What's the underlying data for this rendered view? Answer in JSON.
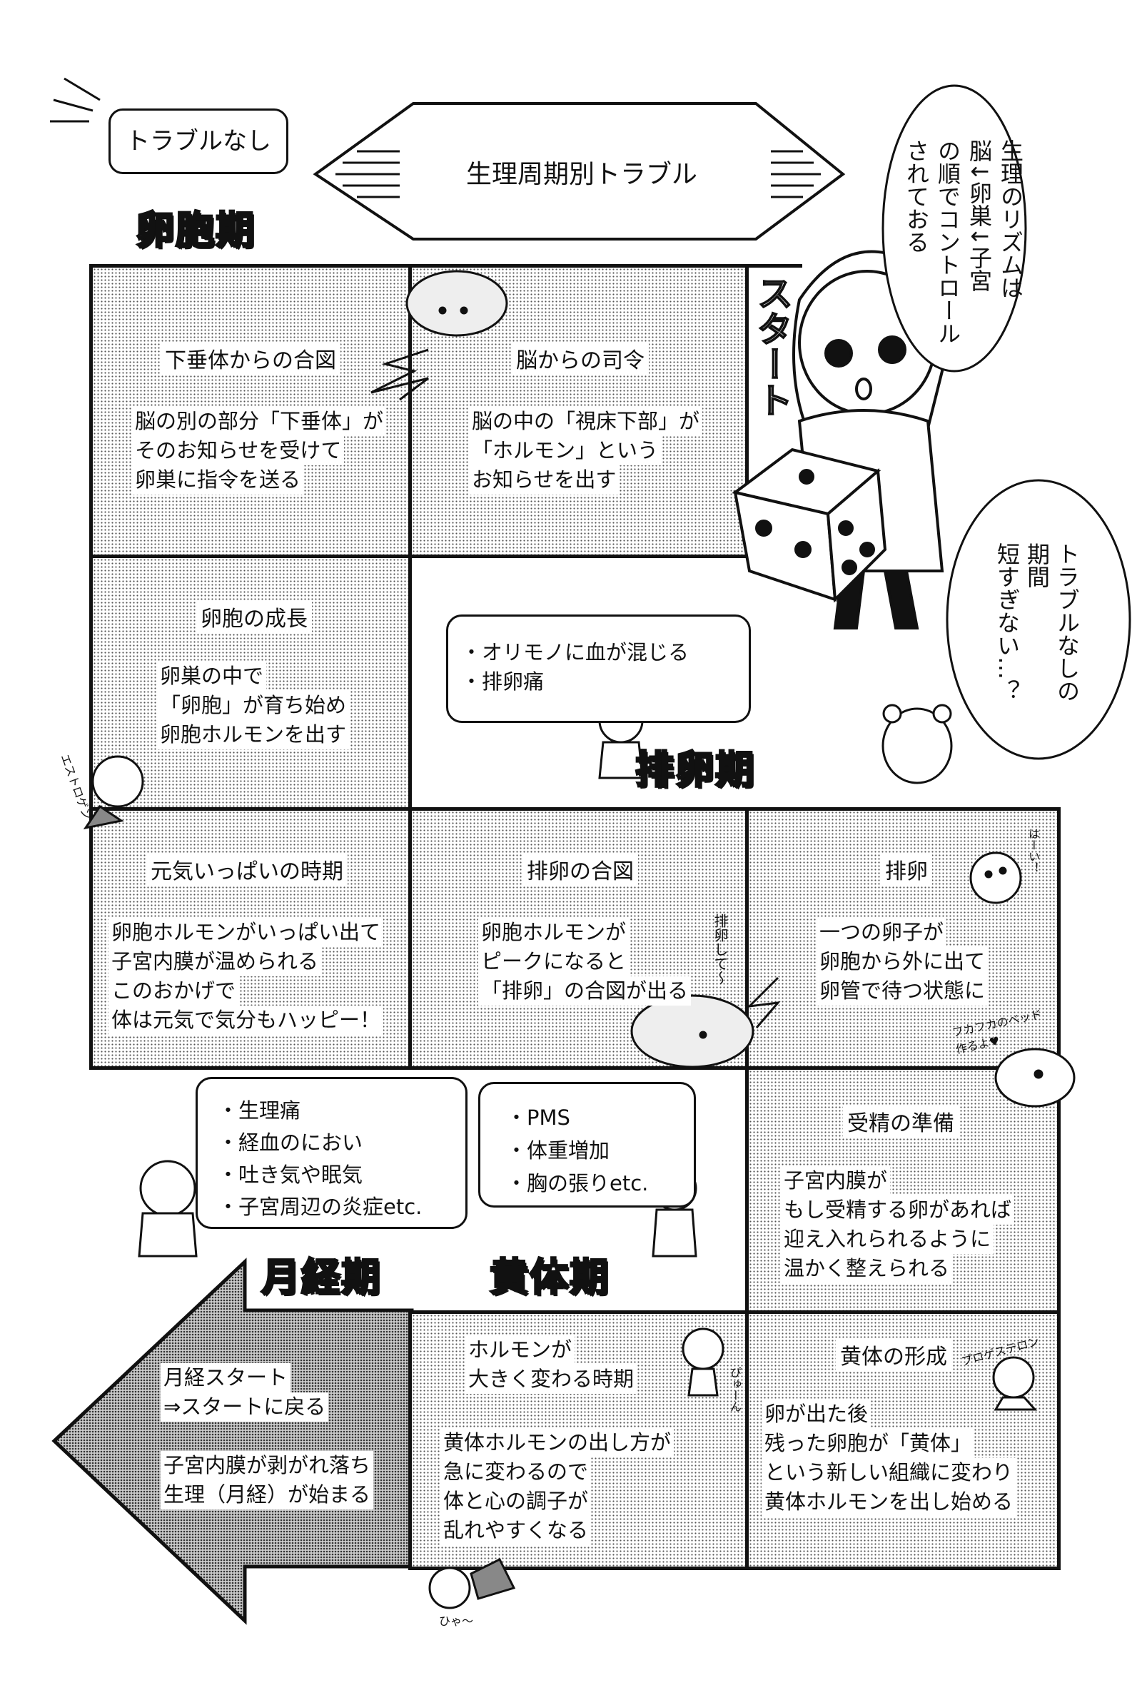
{
  "title": "生理周期別トラブル",
  "top_bubble": "トラブルなし",
  "phases": {
    "follicular": "卵胞期",
    "ovulation": "排卵期",
    "menstrual": "月経期",
    "luteal": "黄体期"
  },
  "start_label": "スタート",
  "speech": {
    "girl": [
      "生理のリズムは",
      "脳↓卵巣↓子宮",
      "の順でコントロール",
      "されておる"
    ],
    "hamster": [
      "トラブルなしの",
      "期間",
      "短すぎない…？"
    ]
  },
  "cells": {
    "pituitary": {
      "title": "下垂体からの合図",
      "body": [
        "脳の別の部分「下垂体」が",
        "そのお知らせを受けて",
        "卵巣に指令を送る"
      ]
    },
    "brain": {
      "title": "脳からの司令",
      "body": [
        "脳の中の「視床下部」が",
        "「ホルモン」という",
        "お知らせを出す"
      ]
    },
    "follicle_growth": {
      "title": "卵胞の成長",
      "body": [
        "卵巣の中で",
        "「卵胞」が育ち始め",
        "卵胞ホルモンを出す"
      ]
    },
    "energetic": {
      "title": "元気いっぱいの時期",
      "body": [
        "卵胞ホルモンがいっぱい出て",
        "子宮内膜が温められる",
        "このおかげで",
        "体は元気で気分もハッピー！"
      ]
    },
    "ovulation_signal": {
      "title": "排卵の合図",
      "body": [
        "卵胞ホルモンが",
        "ピークになると",
        "「排卵」の合図が出る"
      ]
    },
    "ovulation": {
      "title": "排卵",
      "body": [
        "一つの卵子が",
        "卵胞から外に出て",
        "卵管で待つ状態に"
      ]
    },
    "fertilization_prep": {
      "title": "受精の準備",
      "body": [
        "子宮内膜が",
        "もし受精する卵があれば",
        "迎え入れられるように",
        "温かく整えられる"
      ]
    },
    "menstruation_start": {
      "body": [
        "月経スタート",
        "⇒スタートに戻る",
        "",
        "子宮内膜が剥がれ落ち",
        "生理（月経）が始まる"
      ]
    },
    "hormone_change": {
      "title": [
        "ホルモンが",
        "大きく変わる時期"
      ],
      "body": [
        "黄体ホルモンの出し方が",
        "急に変わるので",
        "体と心の調子が",
        "乱れやすくなる"
      ]
    },
    "corpus_luteum": {
      "title": "黄体の形成",
      "body": [
        "卵が出た後",
        "残った卵胞が「黄体」",
        "という新しい組織に変わり",
        "黄体ホルモンを出し始める"
      ]
    }
  },
  "troubles": {
    "ovulation": [
      "・オリモノに血が混じる",
      "・排卵痛"
    ],
    "menstrual": [
      "・生理痛",
      "・経血のにおい",
      "・吐き気や眠気",
      "・子宮周辺の炎症etc."
    ],
    "luteal": [
      "・PMS",
      "・体重増加",
      "・胸の張りetc."
    ]
  },
  "sfx": {
    "estrogen": "エストロゲン",
    "hai": "はーい！",
    "hairan_shite": "排卵して〜",
    "fukafuka": "フカフカのベッド作るよ♥",
    "progesterone": "プロゲステロン",
    "pyun": "ぴゅーん",
    "hya": "ひゃ〜"
  },
  "colors": {
    "ink": "#111111",
    "paper": "#ffffff",
    "tone": "#555555"
  }
}
